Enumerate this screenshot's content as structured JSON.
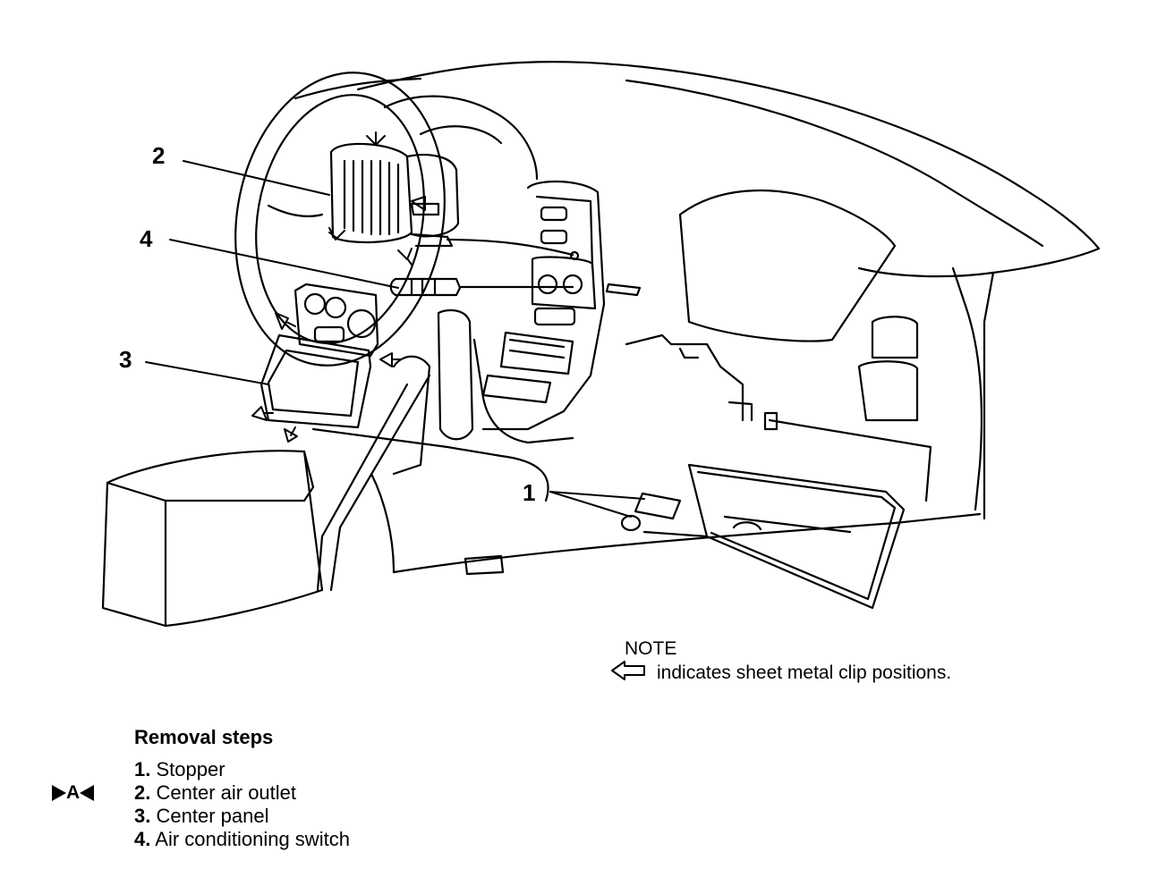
{
  "callouts": {
    "c1": "1",
    "c2": "2",
    "c3": "3",
    "c4": "4"
  },
  "note": {
    "title": "NOTE",
    "text": "indicates sheet metal clip positions."
  },
  "removal": {
    "heading": "Removal steps",
    "marker_letter": "A",
    "steps": [
      {
        "num": "1.",
        "label": "Stopper"
      },
      {
        "num": "2.",
        "label": "Center air outlet"
      },
      {
        "num": "3.",
        "label": "Center panel"
      },
      {
        "num": "4.",
        "label": "Air conditioning switch"
      }
    ]
  }
}
